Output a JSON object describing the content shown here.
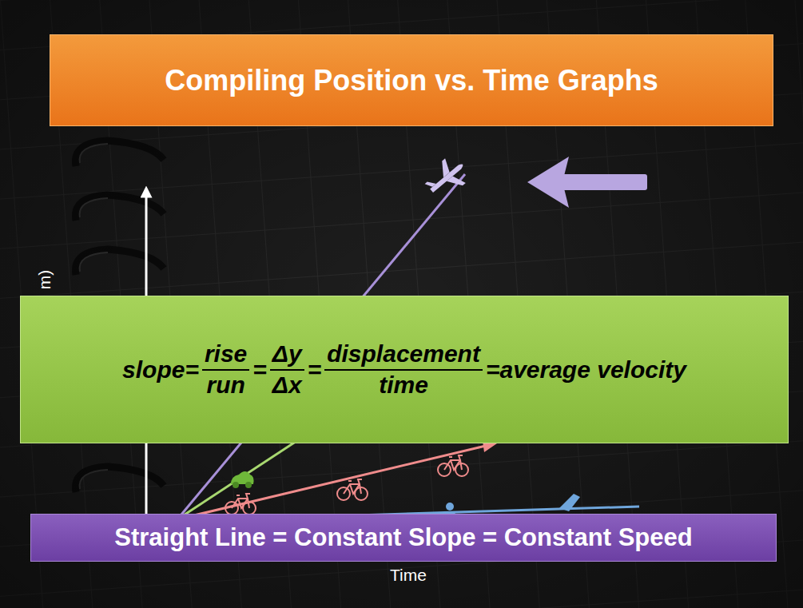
{
  "diagram": {
    "title": "Compiling Position vs. Time Graphs",
    "nodes": [
      {
        "text": [
          "slope=",
          "rise",
          "run",
          "=",
          "Δy",
          "Δx",
          "=",
          "displacement",
          "time",
          "=average velocity"
        ]
      },
      {
        "text": [
          "Straight Line = Constant Slope = Constant Speed"
        ]
      }
    ],
    "labels": [
      "m)",
      "Time"
    ]
  }
}
